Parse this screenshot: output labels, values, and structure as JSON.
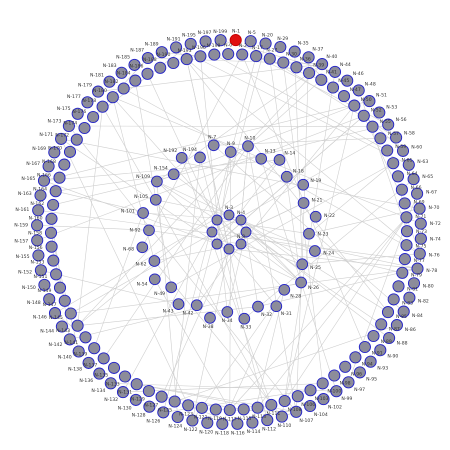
{
  "graph": {
    "highlight_color": "#e01010",
    "node_fill": "#8c8c9a",
    "node_stroke": "#2323c8",
    "edge_color": "#cfcfcf",
    "highlighted_node": "N-1",
    "rings": [
      {
        "name": "outer",
        "labels": [
          "N-1",
          "N-2",
          "N-5",
          "N-17",
          "N-20",
          "N-27",
          "N-29",
          "N-30",
          "N-35",
          "N-36",
          "N-37",
          "N-39",
          "N-40",
          "N-41",
          "N-44",
          "N-45",
          "N-46",
          "N-47",
          "N-48",
          "N-50",
          "N-51",
          "N-52",
          "N-53",
          "N-55",
          "N-56",
          "N-57",
          "N-58",
          "N-59",
          "N-60",
          "N-61",
          "N-63",
          "N-64",
          "N-65",
          "N-66",
          "N-67",
          "N-69",
          "N-70",
          "N-71",
          "N-72",
          "N-73",
          "N-74",
          "N-75",
          "N-76",
          "N-77",
          "N-78",
          "N-79",
          "N-80",
          "N-81",
          "N-82",
          "N-83",
          "N-84",
          "N-85",
          "N-86",
          "N-87",
          "N-88",
          "N-89",
          "N-90",
          "N-91",
          "N-93",
          "N-94",
          "N-95",
          "N-96",
          "N-97",
          "N-98",
          "N-99",
          "N-100",
          "N-102",
          "N-103",
          "N-104",
          "N-106",
          "N-107",
          "N-108",
          "N-110",
          "N-111",
          "N-112",
          "N-113",
          "N-114",
          "N-115",
          "N-116",
          "N-117",
          "N-118",
          "N-119",
          "N-120",
          "N-121",
          "N-122",
          "N-123",
          "N-124",
          "N-125",
          "N-126",
          "N-127",
          "N-128",
          "N-129",
          "N-130",
          "N-131",
          "N-132",
          "N-133",
          "N-134",
          "N-135",
          "N-136",
          "N-137",
          "N-138",
          "N-139",
          "N-140",
          "N-141",
          "N-142",
          "N-143",
          "N-144",
          "N-145",
          "N-146",
          "N-147",
          "N-148",
          "N-149",
          "N-150",
          "N-151",
          "N-152",
          "N-153",
          "N-155",
          "N-156",
          "N-157",
          "N-158",
          "N-159",
          "N-160",
          "N-161",
          "N-162",
          "N-163",
          "N-164",
          "N-165",
          "N-166",
          "N-167",
          "N-168",
          "N-169",
          "N-170",
          "N-171",
          "N-172",
          "N-173",
          "N-174",
          "N-175",
          "N-176",
          "N-177",
          "N-178",
          "N-179",
          "N-180",
          "N-181",
          "N-182",
          "N-183",
          "N-184",
          "N-185",
          "N-186",
          "N-187",
          "N-188",
          "N-189",
          "N-190",
          "N-191",
          "N-193",
          "N-195",
          "N-196",
          "N-197",
          "N-198",
          "N-199",
          "N-0"
        ]
      },
      {
        "name": "middle",
        "labels": [
          "N-7",
          "N-9",
          "N-10",
          "N-13",
          "N-14",
          "N-18",
          "N-19",
          "N-21",
          "N-22",
          "N-23",
          "N-24",
          "N-25",
          "N-26",
          "N-28",
          "N-31",
          "N-32",
          "N-33",
          "N-34",
          "N-38",
          "N-42",
          "N-43",
          "N-49",
          "N-54",
          "N-62",
          "N-68",
          "N-92",
          "N-101",
          "N-105",
          "N-109",
          "N-154",
          "N-192",
          "N-194"
        ]
      },
      {
        "name": "center",
        "labels": [
          "N-3",
          "N-4",
          "N-6",
          "N-8",
          "N-11",
          "N-12",
          "N-15",
          "N-16"
        ]
      }
    ],
    "center_visible_labels": [
      "N-3",
      "N-8",
      "N-4"
    ]
  }
}
